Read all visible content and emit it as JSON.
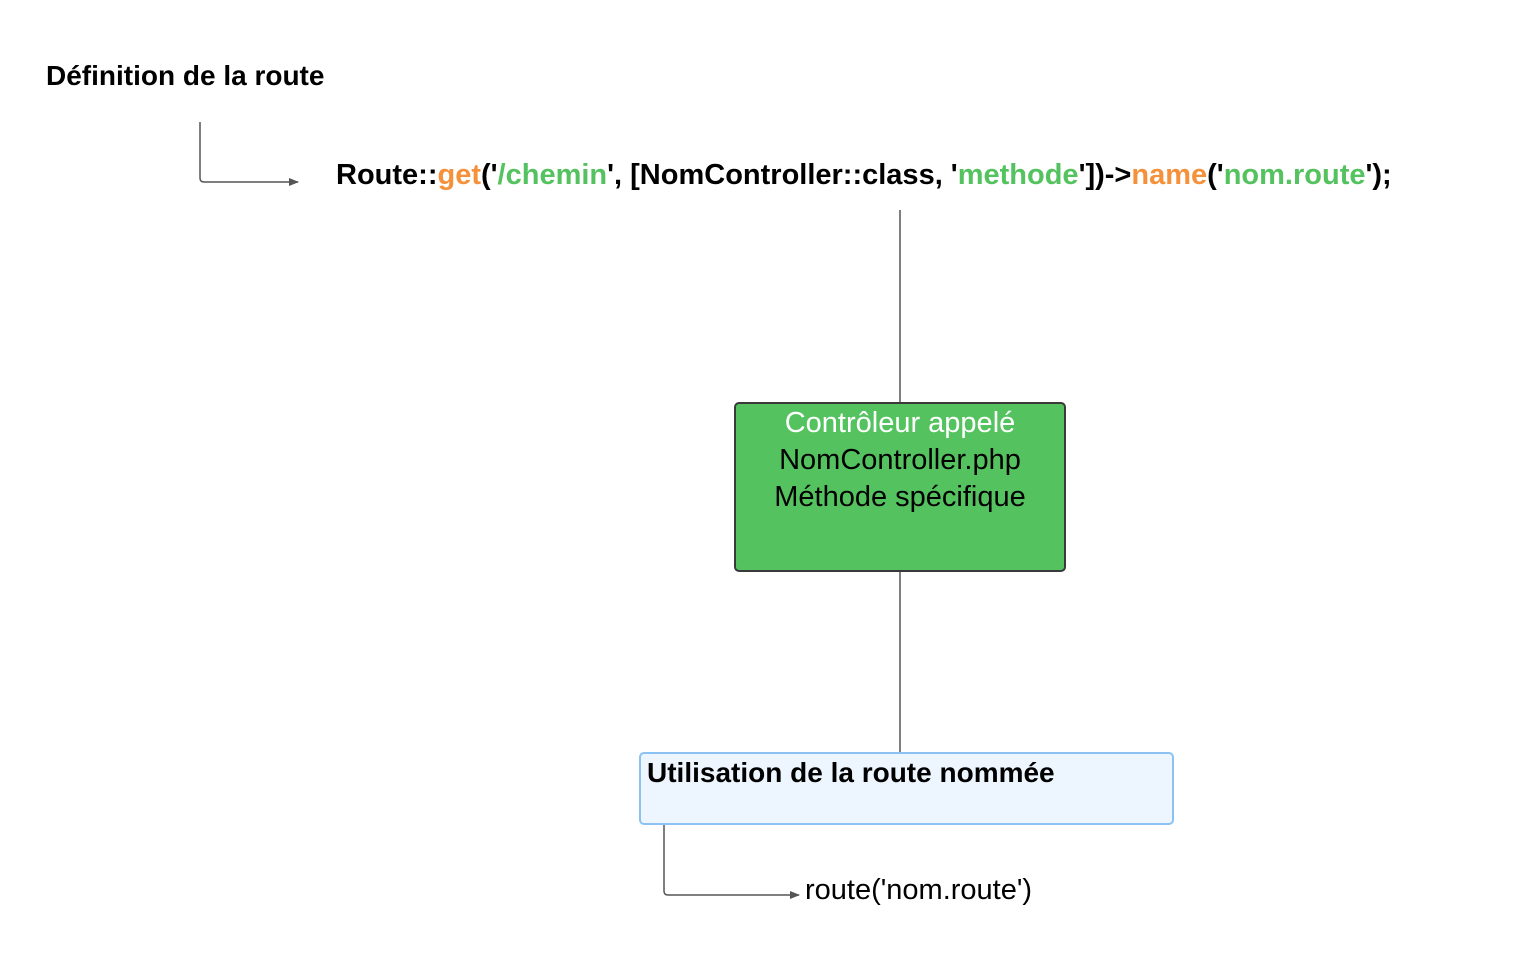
{
  "title": "Définition de la route",
  "code_line": {
    "segments": [
      {
        "text": "Route::",
        "color": "#000000"
      },
      {
        "text": "get",
        "color": "#f5913b"
      },
      {
        "text": "('",
        "color": "#000000"
      },
      {
        "text": "/chemin",
        "color": "#54c35f"
      },
      {
        "text": "', [NomController::class, '",
        "color": "#000000"
      },
      {
        "text": "methode",
        "color": "#54c35f"
      },
      {
        "text": "'])->",
        "color": "#000000"
      },
      {
        "text": "name",
        "color": "#f5913b"
      },
      {
        "text": "('",
        "color": "#000000"
      },
      {
        "text": "nom.route",
        "color": "#54c35f"
      },
      {
        "text": "');",
        "color": "#000000"
      }
    ]
  },
  "controller_box": {
    "line1": "Contrôleur appelé",
    "line2": "NomController.php",
    "line3": "Méthode spécifique",
    "fill_color": "#54c35f"
  },
  "usage_box": {
    "title": "Utilisation de la route nommée",
    "fill_color": "#edf5fe",
    "border_color": "#8cc2f3"
  },
  "route_call": "route('nom.route')",
  "colors": {
    "keyword": "#f5913b",
    "string": "#54c35f",
    "connector": "#555555"
  }
}
